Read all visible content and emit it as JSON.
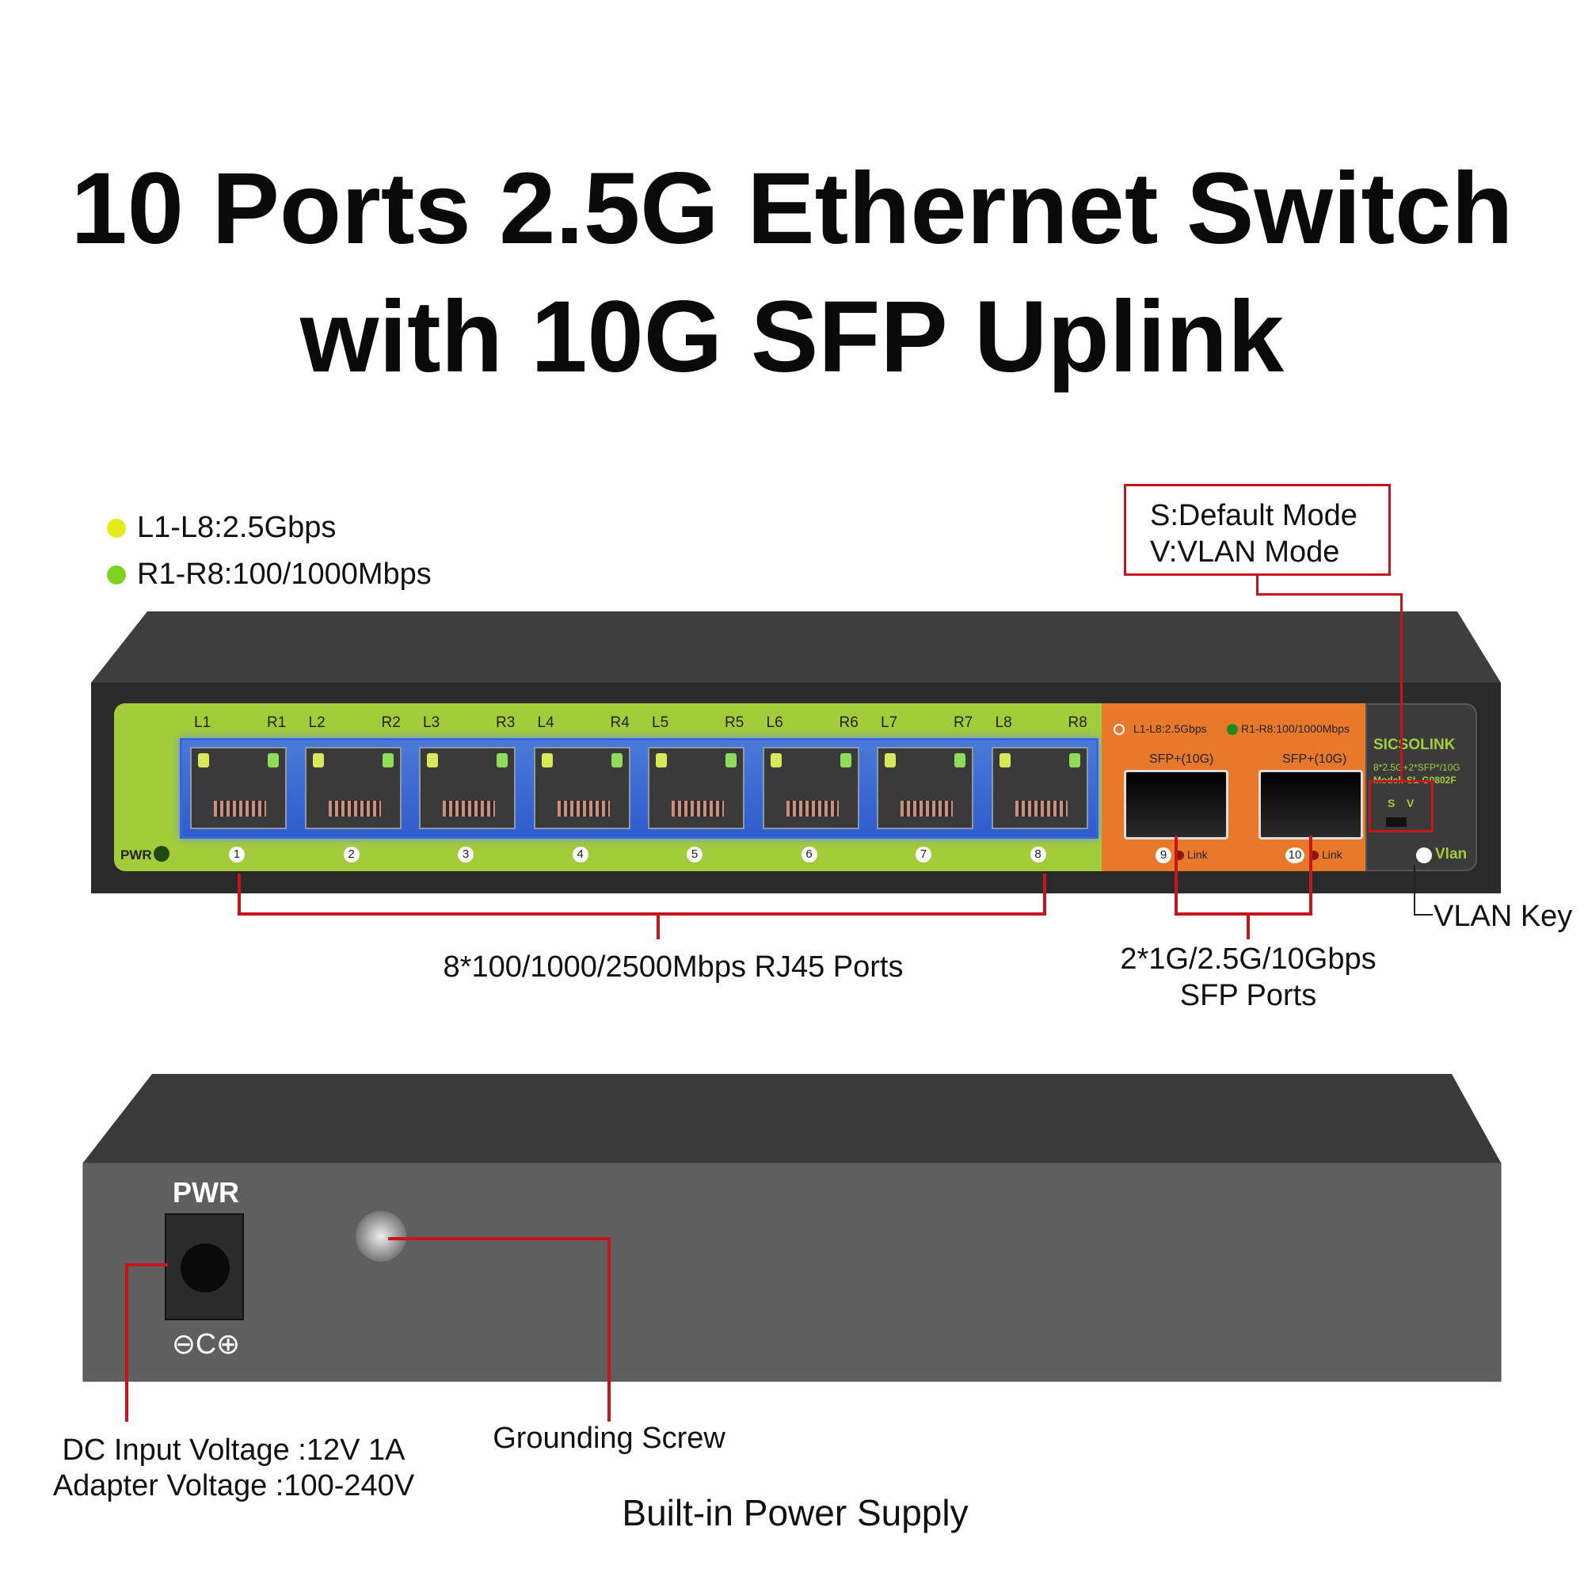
{
  "title": {
    "line1": "10 Ports 2.5G Ethernet Switch",
    "line2": "with 10G SFP Uplink"
  },
  "legend": [
    {
      "text": "L1-L8:2.5Gbps",
      "color": "#e4ea1c"
    },
    {
      "text": "R1-R8:100/1000Mbps",
      "color": "#7ed321"
    }
  ],
  "mode_callout": {
    "line1": "S:Default Mode",
    "line2": "V:VLAN Mode"
  },
  "front": {
    "pwr_label": "PWR",
    "ports": [
      {
        "l": "L1",
        "r": "R1",
        "n": "1"
      },
      {
        "l": "L2",
        "r": "R2",
        "n": "2"
      },
      {
        "l": "L3",
        "r": "R3",
        "n": "3"
      },
      {
        "l": "L4",
        "r": "R4",
        "n": "4"
      },
      {
        "l": "L5",
        "r": "R5",
        "n": "5"
      },
      {
        "l": "L6",
        "r": "R6",
        "n": "6"
      },
      {
        "l": "L7",
        "r": "R7",
        "n": "7"
      },
      {
        "l": "L8",
        "r": "R8",
        "n": "8"
      }
    ],
    "sfp_legend_l": "L1-L8:2.5Gbps",
    "sfp_legend_r": "R1-R8:100/1000Mbps",
    "sfp": [
      {
        "label": "SFP+(10G)",
        "n": "9",
        "link": "Link"
      },
      {
        "label": "SFP+(10G)",
        "n": "10",
        "link": "Link"
      }
    ],
    "brand": "SICSOLINK",
    "spec": "8*2.5G+2*SFP*/10G",
    "model": "Model: SL-G0802F",
    "switch_s": "S",
    "switch_v": "V",
    "vlan": "Vlan"
  },
  "annotations": {
    "rj45": "8*100/1000/2500Mbps RJ45 Ports",
    "sfp_line1": "2*1G/2.5G/10Gbps",
    "sfp_line2": "SFP Ports",
    "vlan_key": "VLAN Key",
    "dc_line1": "DC Input Voltage :12V 1A",
    "dc_line2": "Adapter Voltage :100-240V",
    "grounding": "Grounding Screw",
    "builtin": "Built-in Power Supply"
  },
  "back": {
    "pwr_label": "PWR",
    "polarity": "⊖C⊕"
  },
  "colors": {
    "panel_green": "#a3cc3a",
    "sfp_orange": "#e8782a",
    "callout_red": "#c4161c",
    "port_blue": "#3568e0"
  }
}
